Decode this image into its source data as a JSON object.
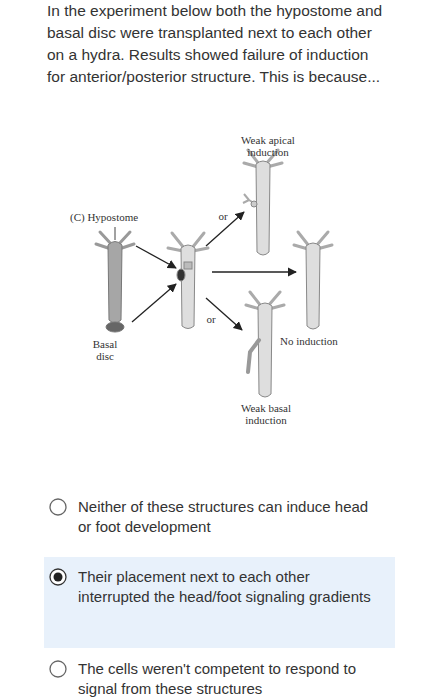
{
  "diagram": {
    "title": "In the experiment below both the hypostome and basal disc were transplanted next to each other on a hydra. Results showed failure of induction for anterior/posterior structure. This is because...",
    "nodes": [
      {
        "text": [
          "Neither of these structures can induce head or foot development"
        ]
      },
      {
        "text": [
          "Their placement next to each other interrupted the head/foot signaling gradients"
        ]
      },
      {
        "text": [
          "The cells weren't competent to respond to signal from these structures"
        ]
      }
    ],
    "labels": [
      "Weak apical induction",
      "(C) Hypostome",
      "or",
      "or",
      "Basal disc",
      "No induction",
      "Weak basal induction"
    ]
  }
}
